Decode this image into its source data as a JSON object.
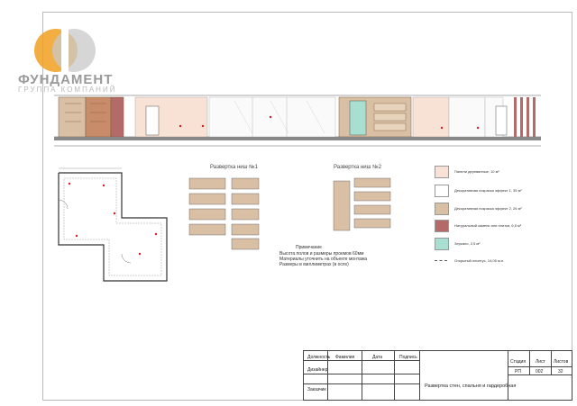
{
  "brand": {
    "name": "ФУНДАМЕНТ",
    "subtitle": "ГРУППА КОМПАНИЙ"
  },
  "headings": {
    "niche1": "Развертка ниш №1",
    "niche2": "Развертка ниш №2"
  },
  "legend": [
    {
      "label": "Панели деревянные, 10 м²",
      "color": "#f8e2d5"
    },
    {
      "label": "Декоративная покраска эффект 1, 35 м²",
      "color": "#ffffff"
    },
    {
      "label": "Декоративная покраска эффект 2, 26 м²",
      "color": "#d9bfa3"
    },
    {
      "label": "Натуральный камень или плитка, 6,5 м²",
      "color": "#b56a6a"
    },
    {
      "label": "Зеркало, 2,5 м²",
      "color": "#a8dfd0"
    },
    {
      "label": "Открытый плинтус, 14,05 м.п.",
      "color": "#ffffff"
    }
  ],
  "notes": {
    "lines": [
      "Примечание",
      "Высота полов и размеры проемов 60мм",
      "Материалы уточнить на объекте монтажа",
      "Размеры в миллиметрах (в осях)"
    ]
  },
  "titleblock": {
    "row_labels": [
      "Должность",
      "Дизайнер",
      "Заказчик"
    ],
    "col_labels": [
      "Фамилия",
      "Дата",
      "Подпись"
    ],
    "title": "Развертка стен, спальня и гардеробная",
    "stage_label": "Стадия",
    "sheet_label": "Лист",
    "sheets_label": "Листов",
    "stage": "РП",
    "sheet": "002",
    "sheets": "32"
  },
  "colors": {
    "brand_orange": "#f0a020",
    "brand_gray": "#c8c8c8",
    "wood": "#d9bfa3",
    "stone": "#b56a6a",
    "panel": "#f8e2d5",
    "mirror": "#a8dfd0",
    "dim_red": "#d02020"
  }
}
